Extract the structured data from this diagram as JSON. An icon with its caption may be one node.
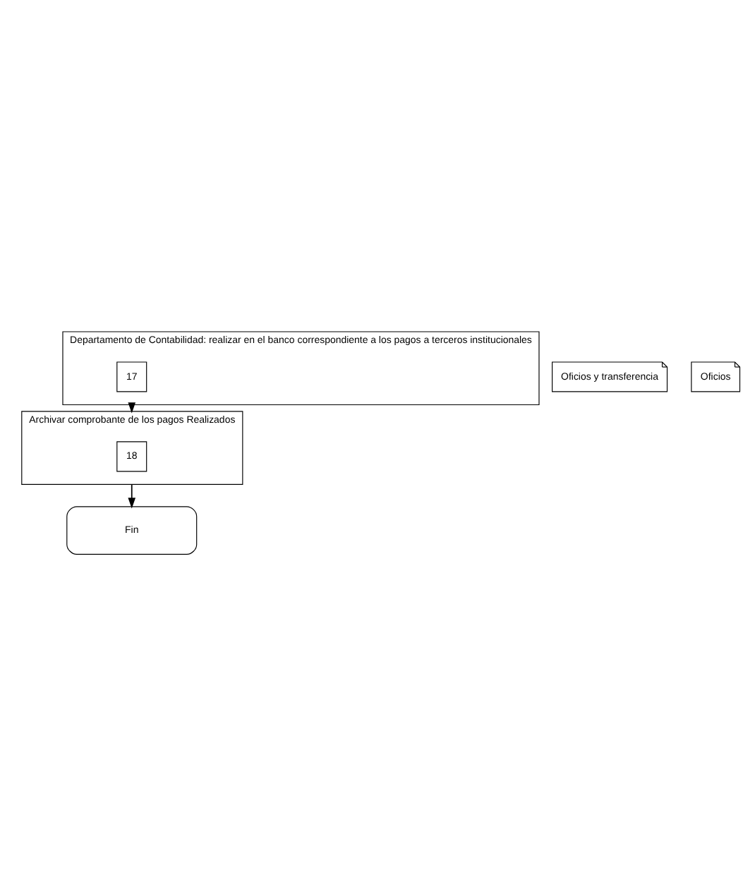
{
  "diagram": {
    "nodes": [
      {
        "text": [
          "Departamento de Contabilidad: realizar en el banco correspondiente a los pagos a terceros institucionales"
        ]
      },
      {
        "text": [
          "17"
        ],
        "in": 0
      },
      {
        "text": [
          "Oficios y transferencia"
        ]
      },
      {
        "text": [
          "Archivar comprobante de los pagos Realizados"
        ]
      },
      {
        "text": [
          "18"
        ],
        "in": 3
      },
      {
        "text": [
          "Oficios"
        ]
      },
      {
        "text": [
          "Fin"
        ]
      }
    ],
    "edges": [
      {
        "from": 0,
        "to": 3,
        "arrow": "to"
      },
      {
        "from": 3,
        "to": 6,
        "arrow": "to"
      }
    ]
  }
}
